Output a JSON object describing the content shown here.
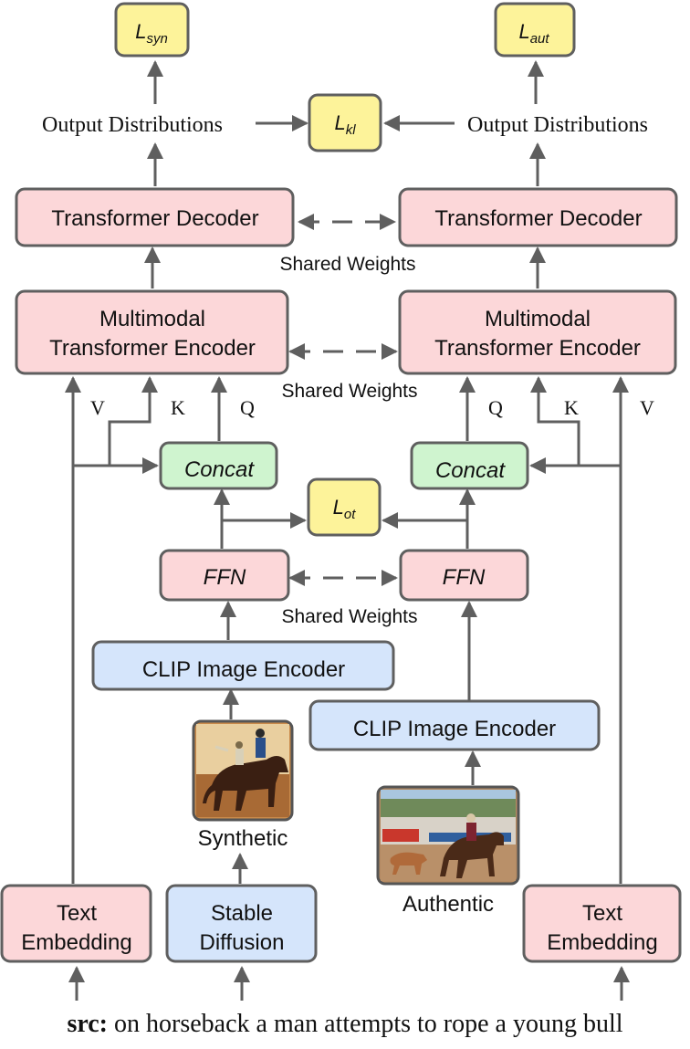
{
  "colors": {
    "pink": "#fcd7d9",
    "green": "#cff4cf",
    "blue": "#d5e5fb",
    "yellow": "#fdf39a",
    "stroke": "#5f5f5f"
  },
  "losses": {
    "syn": {
      "base": "L",
      "sub": "syn"
    },
    "aut": {
      "base": "L",
      "sub": "aut"
    },
    "kl": {
      "base": "L",
      "sub": "kl"
    },
    "ot": {
      "base": "L",
      "sub": "ot"
    }
  },
  "output_distributions": "Output Distributions",
  "transformer_decoder": "Transformer Decoder",
  "multimodal_encoder": {
    "line1": "Multimodal",
    "line2": "Transformer Encoder"
  },
  "shared_weights": "Shared Weights",
  "concat": "Concat",
  "ffn": "FFN",
  "clip_image_encoder": "CLIP Image Encoder",
  "text_embedding": {
    "line1": "Text",
    "line2": "Embedding"
  },
  "stable_diffusion": {
    "line1": "Stable",
    "line2": "Diffusion"
  },
  "qkv": {
    "v": "V",
    "k": "K",
    "q": "Q"
  },
  "image_labels": {
    "synthetic": "Synthetic",
    "authentic": "Authentic"
  },
  "src": {
    "label": "src:",
    "text": " on horseback a man attempts to rope a young bull"
  }
}
